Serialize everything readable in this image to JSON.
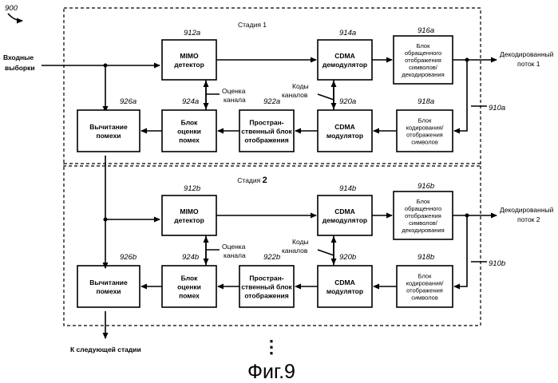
{
  "figure": {
    "number": "900",
    "caption": "Фиг.9",
    "input": [
      "Входные",
      "выборки"
    ],
    "next_stage": "К следующей стадии",
    "more": "⋮"
  },
  "stages": [
    {
      "title": "Стадия 1",
      "ref": "910a",
      "output": [
        "Декодированный",
        "поток 1"
      ],
      "mimo": {
        "ref": "912a",
        "lines": [
          "MIMO",
          "детектор"
        ]
      },
      "cdma_demod": {
        "ref": "914a",
        "lines": [
          "CDMA",
          "демодулятор"
        ]
      },
      "deinterleave": {
        "ref": "916a",
        "lines": [
          "Блок",
          "обращенного",
          "отображения",
          "символов/",
          "декодирования"
        ]
      },
      "coder": {
        "ref": "918a",
        "lines": [
          "Блок",
          "кодирования/",
          "отображения",
          "символов"
        ]
      },
      "cdma_mod": {
        "ref": "920a",
        "lines": [
          "CDMA",
          "модулятор"
        ]
      },
      "spatial": {
        "ref": "922a",
        "lines": [
          "Простран-",
          "ственный блок",
          "отображения"
        ]
      },
      "estimator": {
        "ref": "924a",
        "lines": [
          "Блок",
          "оценки",
          "помех"
        ]
      },
      "cancel": {
        "ref": "926a",
        "lines": [
          "Вычитание",
          "помехи"
        ]
      },
      "channel_est": [
        "Оценка",
        "канала"
      ],
      "channel_codes": [
        "Коды",
        "каналов"
      ]
    },
    {
      "title": "Стадия 2",
      "ref": "910b",
      "output": [
        "Декодированный",
        "поток 2"
      ],
      "mimo": {
        "ref": "912b",
        "lines": [
          "MIMO",
          "детектор"
        ]
      },
      "cdma_demod": {
        "ref": "914b",
        "lines": [
          "CDMA",
          "демодулятор"
        ]
      },
      "deinterleave": {
        "ref": "916b",
        "lines": [
          "Блок",
          "обращенного",
          "отображения",
          "символов/",
          "декодирования"
        ]
      },
      "coder": {
        "ref": "918b",
        "lines": [
          "Блок",
          "кодирования/",
          "отображения",
          "символов"
        ]
      },
      "cdma_mod": {
        "ref": "920b",
        "lines": [
          "CDMA",
          "модулятор"
        ]
      },
      "spatial": {
        "ref": "922b",
        "lines": [
          "Простран-",
          "ственный блок",
          "отображения"
        ]
      },
      "estimator": {
        "ref": "924b",
        "lines": [
          "Блок",
          "оценки",
          "помех"
        ]
      },
      "cancel": {
        "ref": "926b",
        "lines": [
          "Вычитание",
          "помехи"
        ]
      },
      "channel_est": [
        "Оценка",
        "канала"
      ],
      "channel_codes": [
        "Коды",
        "каналов"
      ]
    }
  ]
}
